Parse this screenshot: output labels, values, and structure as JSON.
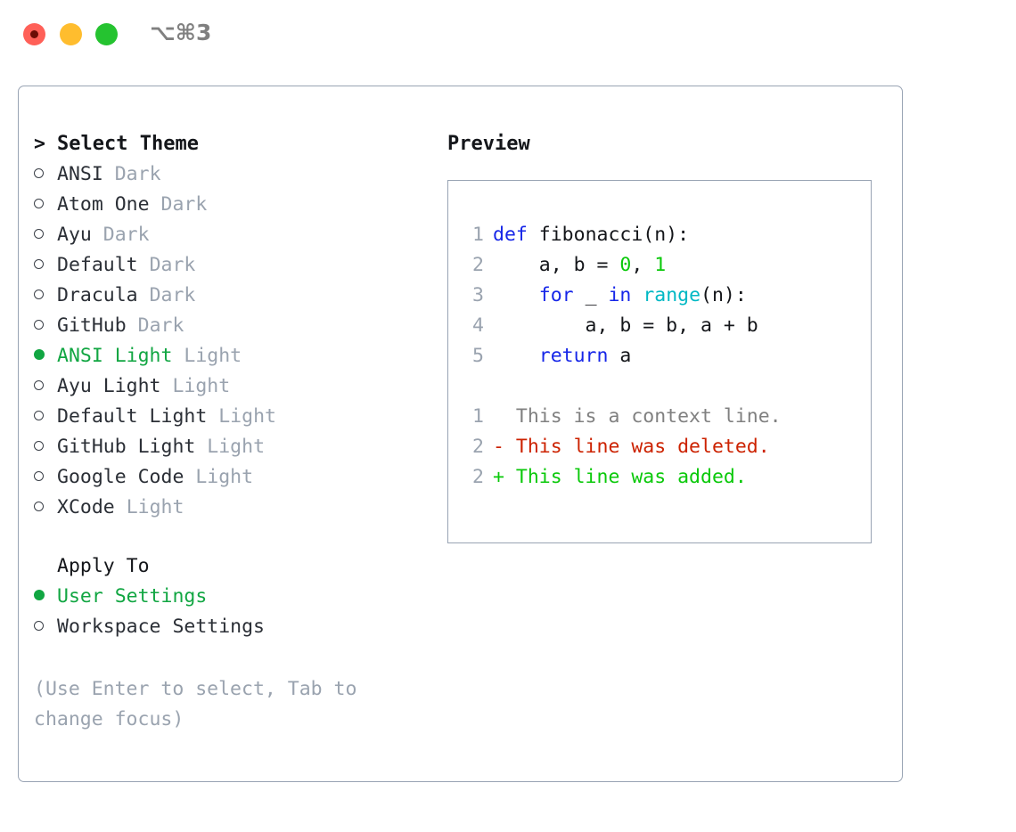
{
  "window": {
    "shortcut": "⌥⌘3",
    "traffic_lights": [
      {
        "name": "close",
        "color": "#ff6058"
      },
      {
        "name": "minimize",
        "color": "#ffbd2e"
      },
      {
        "name": "maximize",
        "color": "#25c330"
      }
    ]
  },
  "theme_panel": {
    "caret": ">",
    "title": "Select Theme",
    "selected_marker": "●",
    "unselected_marker": "○",
    "items": [
      {
        "name": "ANSI",
        "variant": "Dark",
        "selected": false
      },
      {
        "name": "Atom One",
        "variant": "Dark",
        "selected": false
      },
      {
        "name": "Ayu",
        "variant": "Dark",
        "selected": false
      },
      {
        "name": "Default",
        "variant": "Dark",
        "selected": false
      },
      {
        "name": "Dracula",
        "variant": "Dark",
        "selected": false
      },
      {
        "name": "GitHub",
        "variant": "Dark",
        "selected": false
      },
      {
        "name": "ANSI Light",
        "variant": "Light",
        "selected": true
      },
      {
        "name": "Ayu Light",
        "variant": "Light",
        "selected": false
      },
      {
        "name": "Default Light",
        "variant": "Light",
        "selected": false
      },
      {
        "name": "GitHub Light",
        "variant": "Light",
        "selected": false
      },
      {
        "name": "Google Code",
        "variant": "Light",
        "selected": false
      },
      {
        "name": "XCode",
        "variant": "Light",
        "selected": false
      }
    ]
  },
  "apply_to": {
    "label": "Apply To",
    "options": [
      {
        "name": "User Settings",
        "selected": true
      },
      {
        "name": "Workspace Settings",
        "selected": false
      }
    ]
  },
  "hint": "(Use Enter to select, Tab to change focus)",
  "preview": {
    "title": "Preview",
    "code_lines": [
      {
        "no": "1",
        "tokens": [
          {
            "t": "def",
            "c": "kw"
          },
          {
            "t": " fibonacci(n):",
            "c": "plain"
          }
        ]
      },
      {
        "no": "2",
        "tokens": [
          {
            "t": "    a, b = ",
            "c": "plain"
          },
          {
            "t": "0",
            "c": "num"
          },
          {
            "t": ", ",
            "c": "plain"
          },
          {
            "t": "1",
            "c": "num"
          }
        ]
      },
      {
        "no": "3",
        "tokens": [
          {
            "t": "    ",
            "c": "plain"
          },
          {
            "t": "for",
            "c": "kw"
          },
          {
            "t": " _ ",
            "c": "plain"
          },
          {
            "t": "in",
            "c": "kw"
          },
          {
            "t": " ",
            "c": "plain"
          },
          {
            "t": "range",
            "c": "fn"
          },
          {
            "t": "(n):",
            "c": "plain"
          }
        ]
      },
      {
        "no": "4",
        "tokens": [
          {
            "t": "        a, b = b, a + b",
            "c": "plain"
          }
        ]
      },
      {
        "no": "5",
        "tokens": [
          {
            "t": "    ",
            "c": "plain"
          },
          {
            "t": "return",
            "c": "kw"
          },
          {
            "t": " a",
            "c": "plain"
          }
        ]
      }
    ],
    "diff_lines": [
      {
        "no": "1",
        "sign": " ",
        "text": " This is a context line.",
        "kind": "ctx"
      },
      {
        "no": "2",
        "sign": "-",
        "text": " This line was deleted.",
        "kind": "del"
      },
      {
        "no": "2",
        "sign": "+",
        "text": " This line was added.",
        "kind": "add"
      }
    ]
  },
  "colors": {
    "accent_green": "#11a642",
    "diff_add": "#0ac90a",
    "diff_del": "#cc2200",
    "keyword_blue": "#1626e8",
    "function_cyan": "#00b8c4",
    "muted_gray": "#9aa3af",
    "border": "#98a3b3"
  }
}
